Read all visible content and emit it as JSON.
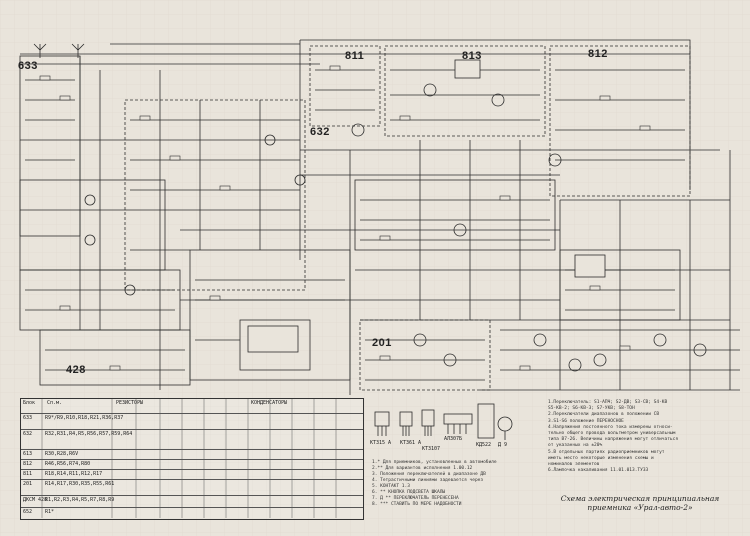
{
  "blocks": {
    "b633": "633",
    "b632": "632",
    "b811": "811",
    "b813": "813",
    "b812": "812",
    "b201": "201",
    "b428": "428"
  },
  "table": {
    "columns": [
      "Блок",
      "Сп.м.",
      "РЕЗИСТОРЫ",
      "КОНДЕНСАТОРЫ"
    ],
    "rows": [
      {
        "id": "633",
        "items": "R9*/R9,R10,R18,R21,R36,R37"
      },
      {
        "id": "632",
        "items": "R32,R31,R4,R5,R56,R57,R59,R64"
      },
      {
        "id": "613",
        "items": "R30,R28,R6V"
      },
      {
        "id": "812",
        "items": "R46,R56,R74,R80"
      },
      {
        "id": "811",
        "items": "R18,R14,R11,R12,R17"
      },
      {
        "id": "201",
        "items": "R14,R17,R30,R35,R55,R61"
      },
      {
        "id": "ДКСМ 428",
        "items": "R1,R2,R3,R4,R5,R7,R8,R9"
      },
      {
        "id": "652",
        "items": "R1*"
      }
    ]
  },
  "components": {
    "t1": "КТ315 А",
    "t2": "КТ361 А",
    "t3": "КТ3107",
    "led": "АЛ307Б",
    "d1": "КД522",
    "diode_ref": "Д 9"
  },
  "notes": [
    "1.* Для приемников, установленных в автомобиле",
    "2.** Для вариантов исполнения 1.00.12",
    "3. Положения переключателей в диапазоне ДВ",
    "4. Тетрастичными линиями задевается через",
    "5. КОНТАКТ 1.3",
    "6. ** КНОПКА ПОДСВЕТА ШКАЛЫ",
    "7. Д ** ПЕРЕКЛЮЧАТЕЛЬ ПЕРЕНЕСЕНА",
    "8. *** СТАВИТЬ ПО МЕРЕ НАДОБНОСТИ"
  ],
  "right_notes": [
    "1.Переключатель: S1-АПЧ; S2-ДВ; S3-СВ; S4-КВ",
    "S5-КВ-2; S6-КВ-3; S7-УКВ; S8-ТОН",
    "2.Переключатели диапазонов в положении СВ",
    "3.S1-S6 положение ПЕРЕНОСНОЕ",
    "4.Напряжения постоянного тока измерены относи-",
    "тельно общего провода вольтметром универсальным",
    "типа В7-26. Величины напряжения могут отличаться",
    "от указанных на ±20%",
    "5.В отдельных партиях радиоприемников могут",
    "иметь место некоторые изменения схемы и",
    "номиналов элементов",
    "6.Лампочка накаливания 11.01.013.ТУ33"
  ],
  "caption": "Схема электрическая принципиальная приемника «Урал-авто-2»",
  "colors": {
    "paper": "#e9e4db",
    "ink": "#2a2a2a"
  }
}
